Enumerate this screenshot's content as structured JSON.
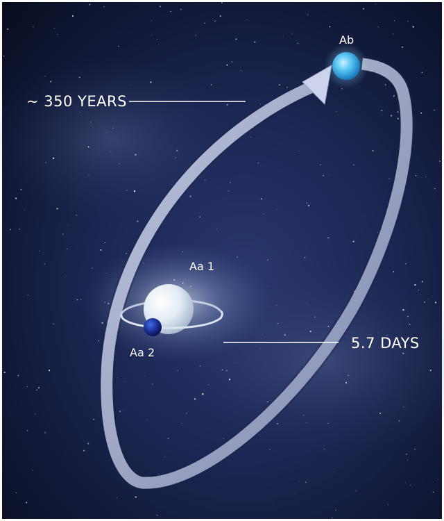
{
  "labels": {
    "outer_period": "~ 350  YEARS",
    "inner_period": "5.7 DAYS",
    "star_ab": "Ab",
    "star_aa1": "Aa 1",
    "star_aa2": "Aa 2"
  },
  "colors": {
    "sky_dark": "#0a0f24",
    "sky_mid": "#1c2752",
    "orbit_band": "#b7bfdc",
    "star_ab": "#4fc3f0",
    "star_aa1": "#e6edf5",
    "star_aa2": "#1a2a8c"
  },
  "icons": {
    "orbit_arrow": "arrow-icon"
  }
}
